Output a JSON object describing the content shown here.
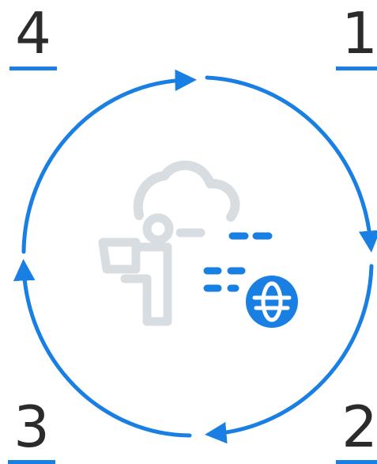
{
  "steps": [
    {
      "number": "1"
    },
    {
      "number": "2"
    },
    {
      "number": "3"
    },
    {
      "number": "4"
    }
  ],
  "colors": {
    "accent": "#1a7fe3",
    "icon_muted": "#d8dde2",
    "text": "#2b2b2b",
    "background": "#ffffff"
  },
  "icons": [
    "cloud-icon",
    "person-icon",
    "data-lines-icon",
    "globe-icon",
    "cycle-arrows"
  ]
}
